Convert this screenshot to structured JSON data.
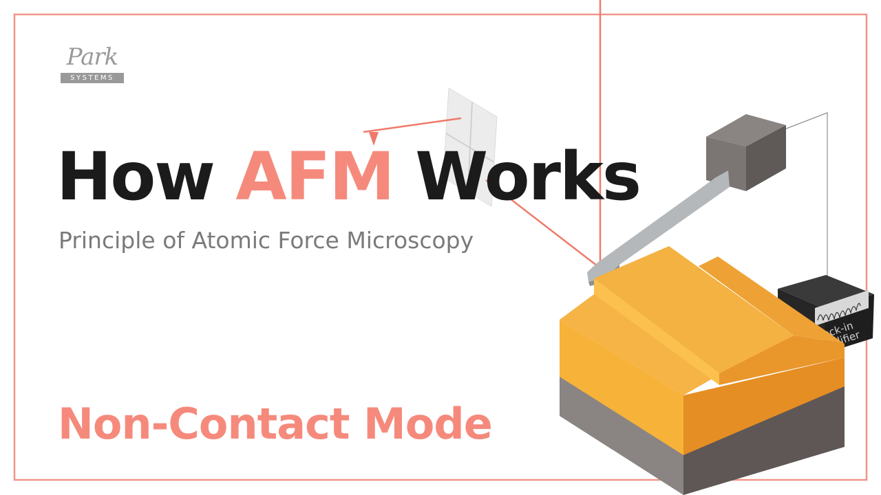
{
  "logo": {
    "script": "Park",
    "bar": "SYSTEMS"
  },
  "title": {
    "part1": "How ",
    "accent": "AFM",
    "part2": " Works"
  },
  "subtitle": "Principle of Atomic Force Microscopy",
  "mode": "Non-Contact Mode",
  "diagram": {
    "amplifier_line1": "Lock-in",
    "amplifier_line2": "Amplifier"
  },
  "colors": {
    "accent": "#f58a7c",
    "frame": "#f0958a",
    "text": "#1b1b1b",
    "sample": "#f5b13f",
    "substrate": "#7d7775"
  }
}
